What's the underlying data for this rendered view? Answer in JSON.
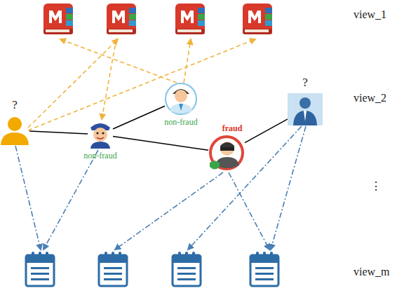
{
  "diagram": {
    "nodes": [
      {
        "text": [
          "?"
        ]
      },
      {
        "text": [
          "non-fraud"
        ]
      },
      {
        "text": [
          "non-fraud"
        ]
      },
      {
        "text": [
          "fraud"
        ]
      },
      {
        "text": [
          "?"
        ]
      }
    ],
    "edges": [
      {
        "from": 0,
        "to": 1,
        "arrow": "none"
      },
      {
        "from": 1,
        "to": 2,
        "arrow": "none"
      },
      {
        "from": 1,
        "to": 3,
        "arrow": "none"
      },
      {
        "from": 3,
        "to": 4,
        "arrow": "none"
      }
    ],
    "labels": [
      "view_1",
      "view_2",
      "⋮",
      "view_m"
    ]
  }
}
